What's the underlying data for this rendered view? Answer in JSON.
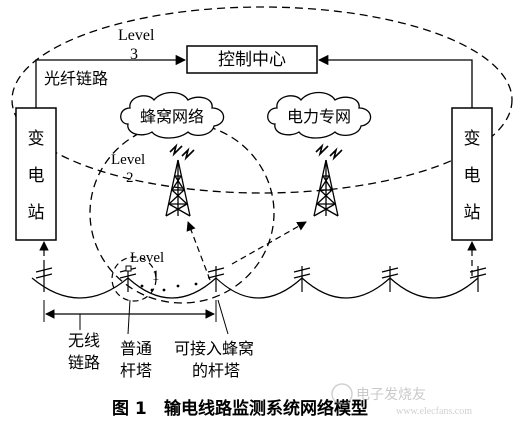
{
  "labels": {
    "control_center": "控制中心",
    "fiber_link": "光纤链路",
    "cellular_network": "蜂窝网络",
    "power_private_network": "电力专网",
    "substation_left": [
      "变",
      "电",
      "站"
    ],
    "substation_right": [
      "变",
      "电",
      "站"
    ],
    "level3": {
      "word": "Level",
      "number": "3"
    },
    "level2": {
      "word": "Level",
      "number": "2"
    },
    "level1": {
      "word": "Level",
      "number": "1"
    },
    "wireless_link": [
      "无线",
      "链路"
    ],
    "normal_tower": [
      "普通",
      "杆塔"
    ],
    "cellular_tower": [
      "可接入蜂窝",
      "的杆塔"
    ]
  },
  "caption": {
    "figure": "图 1",
    "text": "输电线路监测系统网络模型"
  },
  "watermark": {
    "text": "电子发烧友",
    "url": "www.elecfans.com"
  }
}
